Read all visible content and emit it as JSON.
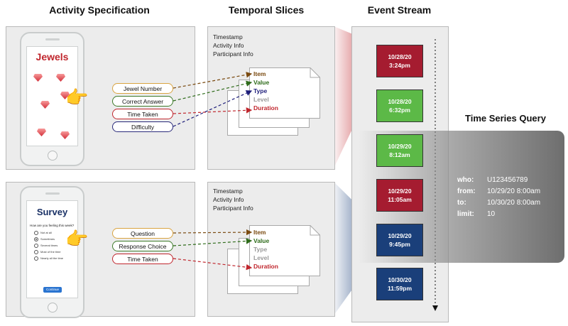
{
  "headers": {
    "activity": "Activity Specification",
    "slices": "Temporal Slices",
    "events": "Event Stream"
  },
  "jewels_app": {
    "title": "Jewels"
  },
  "survey_app": {
    "title": "Survey",
    "question": "How are you feeling this week?",
    "options": [
      "Not at all",
      "Sometimes",
      "Several times",
      "Most of the time",
      "Nearly all the time"
    ],
    "continue_label": "Continue"
  },
  "jewels_fields": [
    "Jewel Number",
    "Correct Answer",
    "Time Taken",
    "Difficulty"
  ],
  "survey_fields": [
    "Question",
    "Response Choice",
    "Time Taken"
  ],
  "slice_meta": [
    "Timestamp",
    "Activity Info",
    "Participant Info"
  ],
  "slice_fields": [
    "Item",
    "Value",
    "Type",
    "Level",
    "Duration"
  ],
  "events": [
    {
      "date": "10/28/20",
      "time": "3:24pm",
      "color": "#a51c30"
    },
    {
      "date": "10/28/20",
      "time": "6:32pm",
      "color": "#5cb947"
    },
    {
      "date": "10/29/20",
      "time": "8:12am",
      "color": "#5cb947"
    },
    {
      "date": "10/29/20",
      "time": "11:05am",
      "color": "#a51c30"
    },
    {
      "date": "10/29/20",
      "time": "9:45pm",
      "color": "#1a3f7a"
    },
    {
      "date": "10/30/20",
      "time": "11:59pm",
      "color": "#1a3f7a"
    }
  ],
  "query": {
    "title": "Time Series Query",
    "rows": [
      {
        "key": "who:",
        "value": "U123456789"
      },
      {
        "key": "from:",
        "value": "10/29/20 8:00am"
      },
      {
        "key": "to:",
        "value": "10/30/20 8:00am"
      },
      {
        "key": "limit:",
        "value": "10"
      }
    ]
  },
  "colors": {
    "jewel_red": "#c0262d",
    "survey_navy": "#1a3166",
    "event_red": "#a51c30",
    "event_green": "#5cb947",
    "event_blue": "#1a3f7a",
    "query_gray": "#6e6e6e",
    "item_brown": "#7a4a10",
    "value_green": "#2e6b1a",
    "type_navy": "#1e1e7a",
    "level_gray": "#9a9a9a",
    "duration_red": "#c0262d"
  }
}
